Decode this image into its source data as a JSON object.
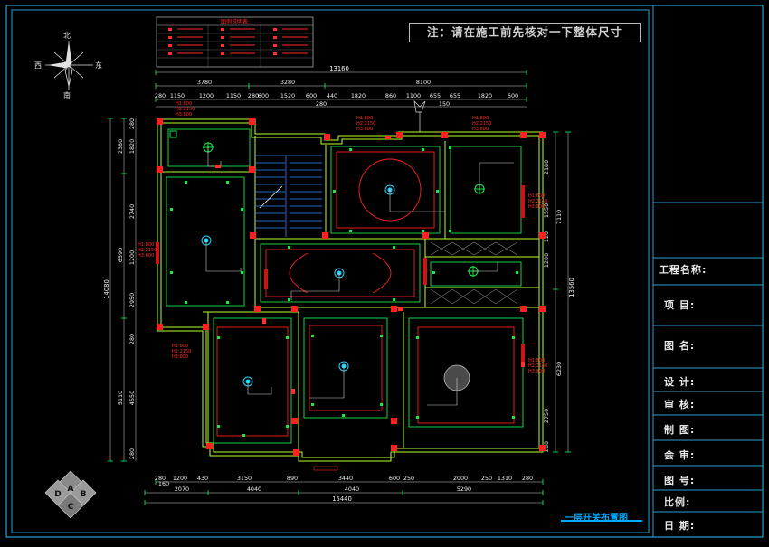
{
  "note": "注：请在施工前先核对一下整体尺寸",
  "drawing_title": "一层开关布置图",
  "title_block": {
    "project_name_label": "工程名称:",
    "item_label": "项  目:",
    "drawing_name_label": "图  名:",
    "design_label": "设  计:",
    "review_label": "审  核:",
    "draft_label": "制  图:",
    "countersign_label": "会  审:",
    "drawing_no_label": "图  号:",
    "scale_label": "比例:",
    "date_label": "日  期:"
  },
  "compass": {
    "north": "北",
    "south": "南",
    "east": "东",
    "west": "西"
  },
  "dimensions": {
    "top_total": "13160",
    "top_row1": [
      "3780",
      "3280",
      "8100"
    ],
    "top_row2": [
      "280",
      "1150",
      "1200",
      "1150",
      "280",
      "600",
      "1520",
      "600",
      "440",
      "1820",
      "860",
      "1100",
      "655",
      "655",
      "1820",
      "600"
    ],
    "top_row3": [
      "280",
      "150"
    ],
    "bottom_row1": [
      "280",
      "1200",
      "430",
      "3150",
      "890",
      "3440",
      "600",
      "250",
      "2000",
      "250",
      "1310",
      "280"
    ],
    "bottom_row2": [
      "160",
      "2070",
      "4040",
      "4040",
      "5290"
    ],
    "bottom_total": "15440",
    "left_outer": [
      "14080"
    ],
    "left_mid": [
      "2380",
      "6590",
      "5110"
    ],
    "left_inner": [
      "280",
      "1820",
      "2740",
      "1200",
      "2950",
      "280",
      "4550",
      "280"
    ],
    "right_outer": [
      "13560"
    ],
    "right_mid": [
      "7110",
      "6230"
    ],
    "right_inner": [
      "2180",
      "1550",
      "120",
      "1200",
      "2750",
      "280"
    ]
  },
  "legend_title": "图例说明表:",
  "stamp": {
    "letters": [
      "A",
      "B",
      "C",
      "D"
    ]
  },
  "height_notes": [
    "H1:800",
    "H2:2150",
    "H3:800"
  ]
}
